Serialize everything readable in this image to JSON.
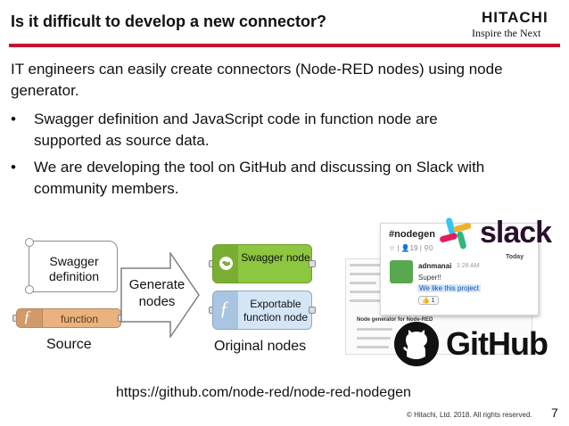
{
  "header": {
    "title": "Is it difficult to develop a new connector?",
    "logo_name": "HITACHI",
    "logo_tagline": "Inspire the Next"
  },
  "content": {
    "intro": "IT engineers can easily create connectors (Node-RED nodes) using node generator.",
    "bullets": [
      "Swagger definition and JavaScript code in function node are supported as source data.",
      "We are developing the tool on GitHub and discussing on Slack with community members."
    ],
    "bullet_symbol": "•"
  },
  "diagram": {
    "source_doc": "Swagger definition",
    "function_node_label": "function",
    "function_icon": "ƒ",
    "source_label": "Source",
    "arrow_label": "Generate nodes",
    "swagger_node_label": "Swagger node",
    "exportable_node_label": "Exportable function node",
    "original_label": "Original nodes"
  },
  "slack": {
    "channel": "#nodegen",
    "meta": "☆ | 👤19 | ⚲0",
    "day": "Today",
    "user": "adnmanai",
    "time": "1:28 AM",
    "message_1": "Super!!",
    "message_2": "We like this project",
    "reaction": "👍 1",
    "logo_word": "slack"
  },
  "github": {
    "heading": "Node generator for Node-RED",
    "logo_word": "GitHub"
  },
  "footer": {
    "url": "https://github.com/node-red/node-red-nodegen",
    "copyright": "© Hitachi, Ltd. 2018. All rights reserved.",
    "page_number": "7"
  },
  "colors": {
    "accent_red": "#c8102e",
    "function_node": "#e9b27e",
    "swagger_node": "#8dc63f",
    "exportable_node": "#d4e6f5"
  }
}
